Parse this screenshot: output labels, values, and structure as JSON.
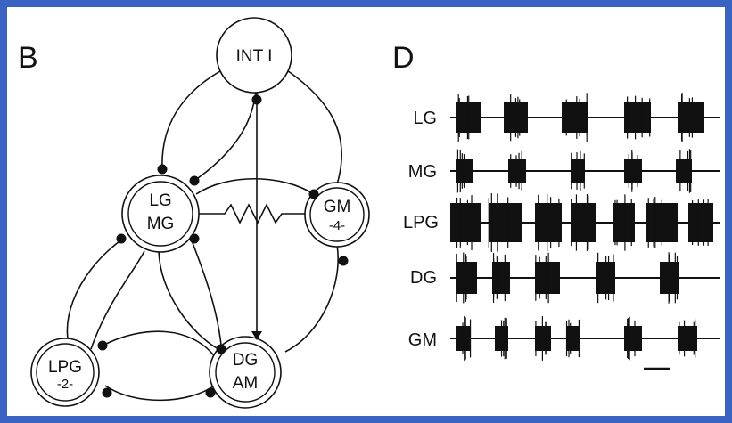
{
  "panels": {
    "b": "B",
    "d": "D"
  },
  "network": {
    "nodes": [
      {
        "id": "int1",
        "line1": "INT I",
        "line2": "",
        "sub": ""
      },
      {
        "id": "lgmg",
        "line1": "LG",
        "line2": "MG",
        "sub": ""
      },
      {
        "id": "gm",
        "line1": "GM",
        "line2": "",
        "sub": "-4-"
      },
      {
        "id": "lpg",
        "line1": "LPG",
        "line2": "",
        "sub": "-2-"
      },
      {
        "id": "dgam",
        "line1": "DG",
        "line2": "AM",
        "sub": ""
      }
    ]
  },
  "traces": {
    "labels": [
      "LG",
      "MG",
      "LPG",
      "DG",
      "GM"
    ],
    "has_scale_bar": true
  },
  "colors": {
    "border": "#3b63c4",
    "ink": "#111111",
    "paper": "#ffffff"
  }
}
